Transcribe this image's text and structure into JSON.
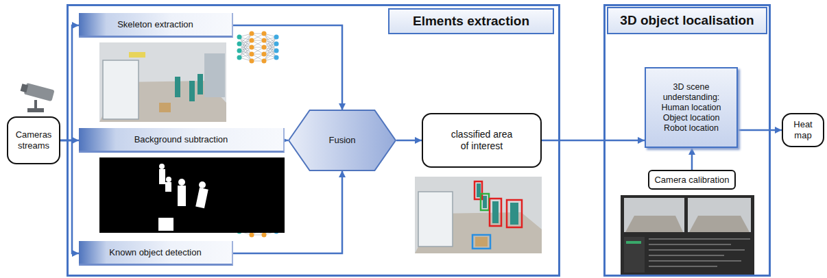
{
  "diagram": {
    "nodes": [
      {
        "text": [
          "Cameras streams"
        ]
      },
      {
        "text": [
          "Elments extraction"
        ]
      },
      {
        "text": [
          "Skeleton extraction"
        ],
        "in": 1
      },
      {
        "text": [
          "Background subtraction"
        ],
        "in": 1
      },
      {
        "text": [
          "Known object detection"
        ],
        "in": 1
      },
      {
        "text": [
          "Fusion"
        ],
        "in": 1
      },
      {
        "text": [
          "classified area of interest"
        ],
        "in": 1
      },
      {
        "text": [
          "3D object localisation"
        ]
      },
      {
        "text": [
          "3D scene understanding: Human location Object location Robot location"
        ],
        "in": 7
      },
      {
        "text": [
          "Camera calibration"
        ],
        "in": 7
      },
      {
        "text": [
          "Heat map"
        ]
      }
    ],
    "edges": [
      {
        "from": 0,
        "to": 2,
        "arrow": "to"
      },
      {
        "from": 0,
        "to": 3,
        "arrow": "to"
      },
      {
        "from": 0,
        "to": 4,
        "arrow": "to"
      },
      {
        "from": 2,
        "to": 5,
        "arrow": "to"
      },
      {
        "from": 3,
        "to": 5,
        "arrow": "to"
      },
      {
        "from": 4,
        "to": 5,
        "arrow": "to"
      },
      {
        "from": 5,
        "to": 6,
        "arrow": "to"
      },
      {
        "from": 6,
        "to": 8,
        "arrow": "to"
      },
      {
        "from": 9,
        "to": 8,
        "arrow": "to"
      },
      {
        "from": 8,
        "to": 10,
        "arrow": "to"
      }
    ]
  }
}
